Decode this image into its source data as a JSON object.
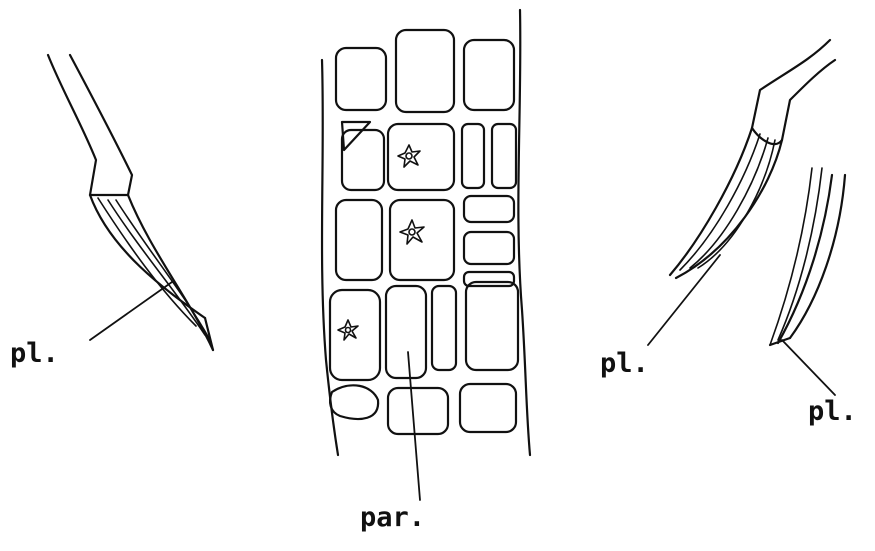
{
  "labels": {
    "left_hair": "pl.",
    "center_tissue": "par.",
    "right_hair_a": "pl.",
    "right_hair_b": "pl."
  },
  "ink_color": "#111111"
}
